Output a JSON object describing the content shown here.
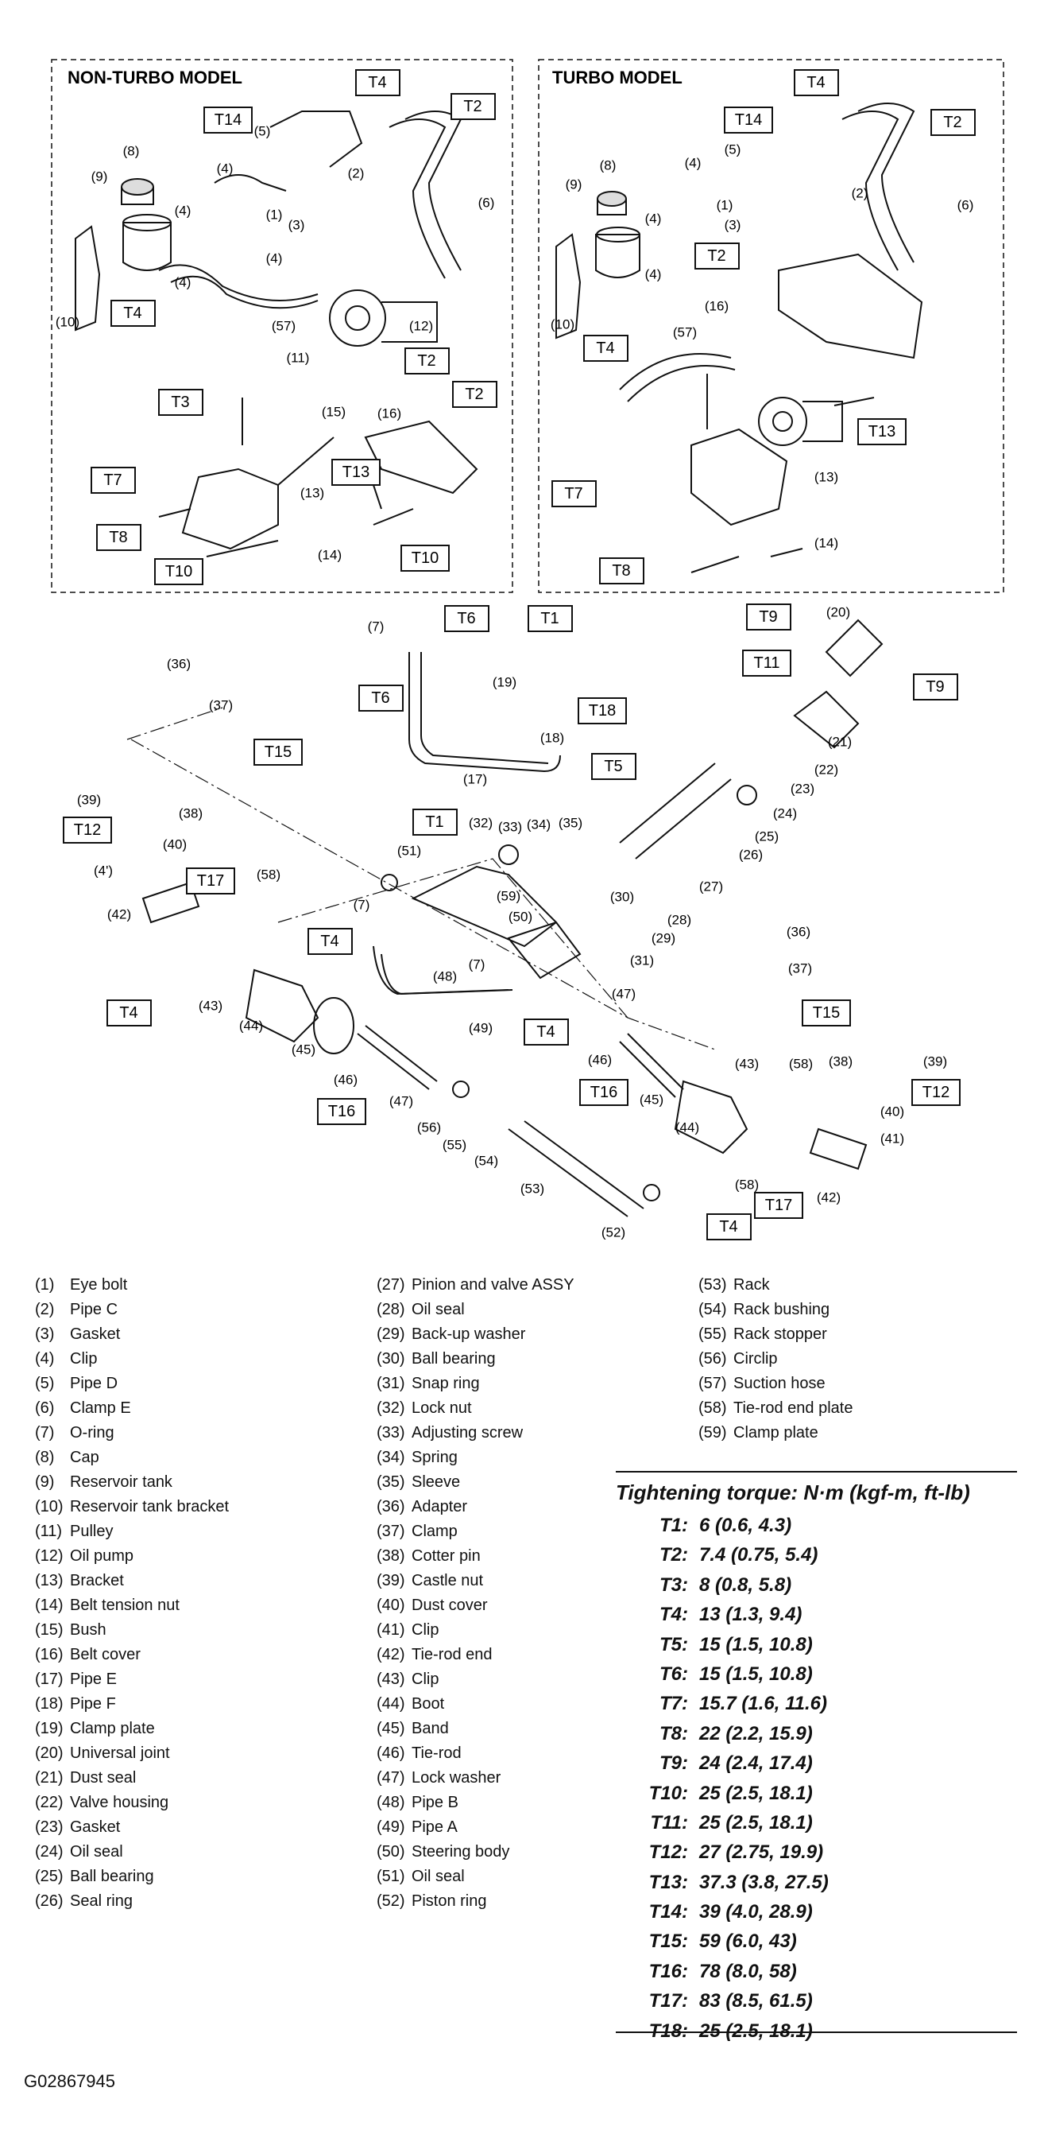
{
  "panels": {
    "non_turbo": "NON-TURBO MODEL",
    "turbo": "TURBO MODEL"
  },
  "torque_tags": {
    "t1": "T1",
    "t2": "T2",
    "t3": "T3",
    "t4": "T4",
    "t5": "T5",
    "t6": "T6",
    "t7": "T7",
    "t8": "T8",
    "t9": "T9",
    "t10": "T10",
    "t11": "T11",
    "t12": "T12",
    "t13": "T13",
    "t14": "T14",
    "t15": "T15",
    "t16": "T16",
    "t17": "T17",
    "t18": "T18"
  },
  "callouts": {
    "c1": "(1)",
    "c2": "(2)",
    "c3": "(3)",
    "c4": "(4)",
    "c4b": "(4')",
    "c5": "(5)",
    "c6": "(6)",
    "c7": "(7)",
    "c8": "(8)",
    "c9": "(9)",
    "c10": "(10)",
    "c11": "(11)",
    "c12": "(12)",
    "c13": "(13)",
    "c14": "(14)",
    "c15": "(15)",
    "c16": "(16)",
    "c17": "(17)",
    "c18": "(18)",
    "c19": "(19)",
    "c20": "(20)",
    "c21": "(21)",
    "c22": "(22)",
    "c23": "(23)",
    "c24": "(24)",
    "c25": "(25)",
    "c26": "(26)",
    "c27": "(27)",
    "c28": "(28)",
    "c29": "(29)",
    "c30": "(30)",
    "c31": "(31)",
    "c32": "(32)",
    "c33": "(33)",
    "c34": "(34)",
    "c35": "(35)",
    "c36": "(36)",
    "c37": "(37)",
    "c38": "(38)",
    "c39": "(39)",
    "c40": "(40)",
    "c41": "(41)",
    "c42": "(42)",
    "c43": "(43)",
    "c44": "(44)",
    "c45": "(45)",
    "c46": "(46)",
    "c47": "(47)",
    "c48": "(48)",
    "c49": "(49)",
    "c50": "(50)",
    "c51": "(51)",
    "c52": "(52)",
    "c53": "(53)",
    "c54": "(54)",
    "c55": "(55)",
    "c56": "(56)",
    "c57": "(57)",
    "c58": "(58)",
    "c59": "(59)"
  },
  "legend": {
    "col1": [
      {
        "n": "(1)",
        "name": "Eye bolt"
      },
      {
        "n": "(2)",
        "name": "Pipe C"
      },
      {
        "n": "(3)",
        "name": "Gasket"
      },
      {
        "n": "(4)",
        "name": "Clip"
      },
      {
        "n": "(5)",
        "name": "Pipe D"
      },
      {
        "n": "(6)",
        "name": "Clamp E"
      },
      {
        "n": "(7)",
        "name": "O-ring"
      },
      {
        "n": "(8)",
        "name": "Cap"
      },
      {
        "n": "(9)",
        "name": "Reservoir tank"
      },
      {
        "n": "(10)",
        "name": "Reservoir tank bracket"
      },
      {
        "n": "(11)",
        "name": "Pulley"
      },
      {
        "n": "(12)",
        "name": "Oil pump"
      },
      {
        "n": "(13)",
        "name": "Bracket"
      },
      {
        "n": "(14)",
        "name": "Belt tension nut"
      },
      {
        "n": "(15)",
        "name": "Bush"
      },
      {
        "n": "(16)",
        "name": "Belt cover"
      },
      {
        "n": "(17)",
        "name": "Pipe E"
      },
      {
        "n": "(18)",
        "name": "Pipe F"
      },
      {
        "n": "(19)",
        "name": "Clamp plate"
      },
      {
        "n": "(20)",
        "name": "Universal joint"
      },
      {
        "n": "(21)",
        "name": "Dust seal"
      },
      {
        "n": "(22)",
        "name": "Valve housing"
      },
      {
        "n": "(23)",
        "name": "Gasket"
      },
      {
        "n": "(24)",
        "name": "Oil seal"
      },
      {
        "n": "(25)",
        "name": "Ball bearing"
      },
      {
        "n": "(26)",
        "name": "Seal ring"
      }
    ],
    "col2": [
      {
        "n": "(27)",
        "name": "Pinion and valve ASSY"
      },
      {
        "n": "(28)",
        "name": "Oil seal"
      },
      {
        "n": "(29)",
        "name": "Back-up washer"
      },
      {
        "n": "(30)",
        "name": "Ball bearing"
      },
      {
        "n": "(31)",
        "name": "Snap ring"
      },
      {
        "n": "(32)",
        "name": "Lock nut"
      },
      {
        "n": "(33)",
        "name": "Adjusting screw"
      },
      {
        "n": "(34)",
        "name": "Spring"
      },
      {
        "n": "(35)",
        "name": "Sleeve"
      },
      {
        "n": "(36)",
        "name": "Adapter"
      },
      {
        "n": "(37)",
        "name": "Clamp"
      },
      {
        "n": "(38)",
        "name": "Cotter pin"
      },
      {
        "n": "(39)",
        "name": "Castle nut"
      },
      {
        "n": "(40)",
        "name": "Dust cover"
      },
      {
        "n": "(41)",
        "name": "Clip"
      },
      {
        "n": "(42)",
        "name": "Tie-rod end"
      },
      {
        "n": "(43)",
        "name": "Clip"
      },
      {
        "n": "(44)",
        "name": "Boot"
      },
      {
        "n": "(45)",
        "name": "Band"
      },
      {
        "n": "(46)",
        "name": "Tie-rod"
      },
      {
        "n": "(47)",
        "name": "Lock washer"
      },
      {
        "n": "(48)",
        "name": "Pipe B"
      },
      {
        "n": "(49)",
        "name": "Pipe A"
      },
      {
        "n": "(50)",
        "name": "Steering body"
      },
      {
        "n": "(51)",
        "name": "Oil seal"
      },
      {
        "n": "(52)",
        "name": "Piston ring"
      }
    ],
    "col3": [
      {
        "n": "(53)",
        "name": "Rack"
      },
      {
        "n": "(54)",
        "name": "Rack bushing"
      },
      {
        "n": "(55)",
        "name": "Rack stopper"
      },
      {
        "n": "(56)",
        "name": "Circlip"
      },
      {
        "n": "(57)",
        "name": "Suction hose"
      },
      {
        "n": "(58)",
        "name": "Tie-rod end plate"
      },
      {
        "n": "(59)",
        "name": "Clamp plate"
      }
    ]
  },
  "torque": {
    "heading": "Tightening torque: N·m (kgf-m, ft-lb)",
    "items": [
      {
        "code": "T1:",
        "value": "6 (0.6, 4.3)"
      },
      {
        "code": "T2:",
        "value": "7.4 (0.75, 5.4)"
      },
      {
        "code": "T3:",
        "value": "8 (0.8, 5.8)"
      },
      {
        "code": "T4:",
        "value": "13 (1.3, 9.4)"
      },
      {
        "code": "T5:",
        "value": "15 (1.5, 10.8)"
      },
      {
        "code": "T6:",
        "value": "15 (1.5, 10.8)"
      },
      {
        "code": "T7:",
        "value": "15.7 (1.6, 11.6)"
      },
      {
        "code": "T8:",
        "value": "22 (2.2, 15.9)"
      },
      {
        "code": "T9:",
        "value": "24 (2.4, 17.4)"
      },
      {
        "code": "T10:",
        "value": "25 (2.5, 18.1)"
      },
      {
        "code": "T11:",
        "value": "25 (2.5, 18.1)"
      },
      {
        "code": "T12:",
        "value": "27 (2.75, 19.9)"
      },
      {
        "code": "T13:",
        "value": "37.3 (3.8, 27.5)"
      },
      {
        "code": "T14:",
        "value": "39 (4.0, 28.9)"
      },
      {
        "code": "T15:",
        "value": "59 (6.0, 43)"
      },
      {
        "code": "T16:",
        "value": "78 (8.0, 58)"
      },
      {
        "code": "T17:",
        "value": "83 (8.5, 61.5)"
      },
      {
        "code": "T18:",
        "value": "25 (2.5, 18.1)"
      }
    ]
  },
  "figure_id": "G02867945"
}
